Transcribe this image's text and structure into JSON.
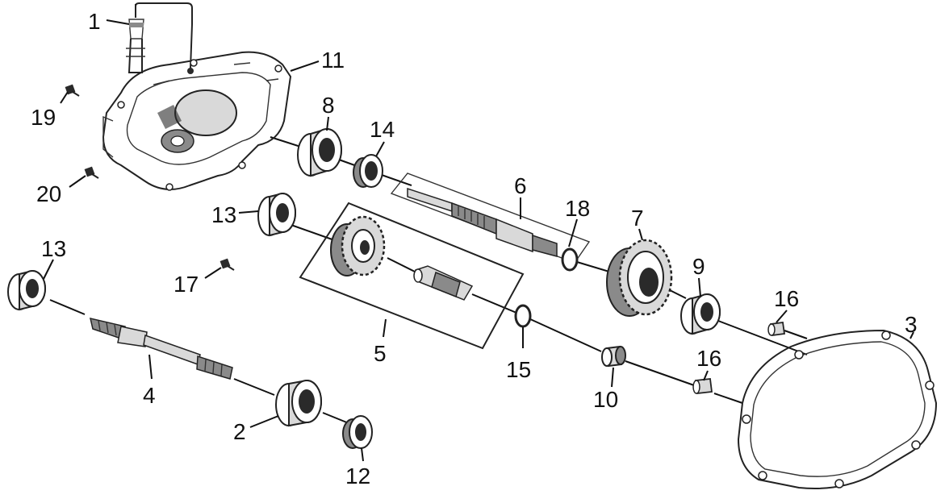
{
  "labels": {
    "p1": "1",
    "p2": "2",
    "p3": "3",
    "p4": "4",
    "p5": "5",
    "p6": "6",
    "p7": "7",
    "p8": "8",
    "p9": "9",
    "p10": "10",
    "p11": "11",
    "p12": "12",
    "p13a": "13",
    "p13b": "13",
    "p14": "14",
    "p15": "15",
    "p16a": "16",
    "p16b": "16",
    "p17": "17",
    "p18": "18",
    "p19": "19",
    "p20": "20"
  }
}
